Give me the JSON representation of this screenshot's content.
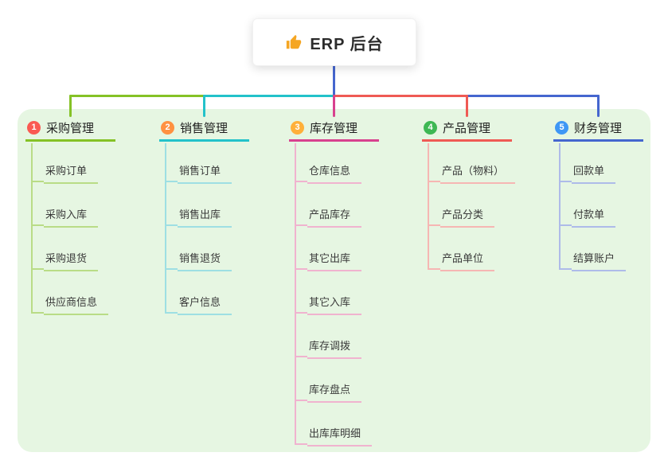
{
  "root": {
    "icon": "thumbs-up-icon",
    "title": "ERP 后台"
  },
  "colors": {
    "panel_bg": "#e6f6e2",
    "root_stem": "#4566cf",
    "thumb_icon": "#f5a623"
  },
  "branches": [
    {
      "badge": "1",
      "label": "采购管理",
      "line_color": "#85c226",
      "child_line_color": "#b9dc86",
      "badge_color": "#fa5a52",
      "children": [
        "采购订单",
        "采购入库",
        "采购退货",
        "供应商信息"
      ]
    },
    {
      "badge": "2",
      "label": "销售管理",
      "line_color": "#23c2ca",
      "child_line_color": "#9edfe3",
      "badge_color": "#ff9141",
      "children": [
        "销售订单",
        "销售出库",
        "销售退货",
        "客户信息"
      ]
    },
    {
      "badge": "3",
      "label": "库存管理",
      "line_color": "#d8418f",
      "child_line_color": "#f0b3cf",
      "badge_color": "#ffb03a",
      "children": [
        "仓库信息",
        "产品库存",
        "其它出库",
        "其它入库",
        "库存调拨",
        "库存盘点",
        "出库库明细"
      ]
    },
    {
      "badge": "4",
      "label": "产品管理",
      "line_color": "#ef5a54",
      "child_line_color": "#f6b6b3",
      "badge_color": "#3eb854",
      "children": [
        "产品（物料）",
        "产品分类",
        "产品单位"
      ]
    },
    {
      "badge": "5",
      "label": "财务管理",
      "line_color": "#4566cf",
      "child_line_color": "#aebbe9",
      "badge_color": "#3e97f5",
      "children": [
        "回款单",
        "付款单",
        "结算账户"
      ]
    }
  ]
}
